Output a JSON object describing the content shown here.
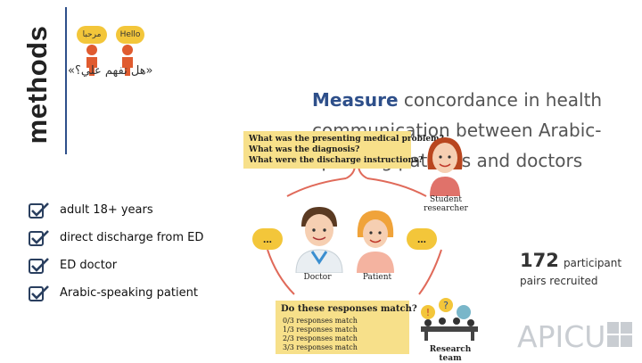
{
  "section_title": "methods",
  "greetings": {
    "arabic": "مرحبا",
    "english": "Hello"
  },
  "arabic_question": "«هل تفهم علي؟»",
  "headline": {
    "emphasis": "Measure",
    "rest": " concordance in health communication between Arabic-speaking patients and doctors"
  },
  "questions": [
    "What was the presenting medical problem?",
    "What was the diagnosis?",
    "What were the discharge instructions?"
  ],
  "criteria": [
    {
      "label": "adult 18+ years"
    },
    {
      "label": "direct discharge from ED"
    },
    {
      "label": "ED doctor"
    },
    {
      "label": "Arabic-speaking patient"
    }
  ],
  "roles": {
    "researcher": "Student researcher",
    "doctor": "Doctor",
    "patient": "Patient",
    "team": "Research team",
    "ellipsis": "..."
  },
  "match_box": {
    "title": "Do these responses match?",
    "rows": [
      "0/3 responses match",
      "1/3 responses match",
      "2/3 responses match",
      "3/3 responses match"
    ]
  },
  "stat": {
    "value": "172",
    "unit": "participant",
    "subtitle": "pairs recruited"
  },
  "logo_text": "APICU",
  "colors": {
    "accent": "#2e4f8a",
    "bubble": "#f3c63a",
    "box": "#f7e08a",
    "person": "#e05b2f"
  }
}
